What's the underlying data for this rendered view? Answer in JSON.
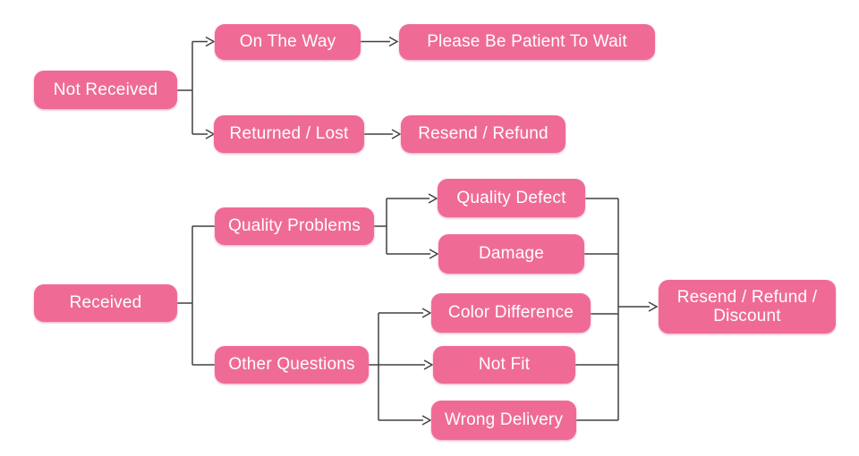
{
  "diagram": {
    "type": "flowchart",
    "background_color": "#ffffff",
    "node_fill_color": "#ef6b96",
    "node_text_color": "#ffffff",
    "connector_color": "#404040",
    "nodes": {
      "not_received": "Not Received",
      "on_the_way": "On The Way",
      "please_wait": "Please Be Patient To Wait",
      "returned_lost": "Returned / Lost",
      "resend_refund": "Resend / Refund",
      "received": "Received",
      "quality_problems": "Quality Problems",
      "other_questions": "Other Questions",
      "quality_defect": "Quality Defect",
      "damage": "Damage",
      "color_difference": "Color Difference",
      "not_fit": "Not Fit",
      "wrong_delivery": "Wrong Delivery",
      "resend_refund_discount": "Resend / Refund / Discount"
    },
    "edges": [
      {
        "from": "Not Received",
        "to": "On The Way",
        "arrow": true
      },
      {
        "from": "Not Received",
        "to": "Returned / Lost",
        "arrow": true
      },
      {
        "from": "On The Way",
        "to": "Please Be Patient To Wait",
        "arrow": true
      },
      {
        "from": "Returned / Lost",
        "to": "Resend / Refund",
        "arrow": true
      },
      {
        "from": "Received",
        "to": "Quality Problems",
        "arrow": false
      },
      {
        "from": "Received",
        "to": "Other Questions",
        "arrow": false
      },
      {
        "from": "Quality Problems",
        "to": "Quality Defect",
        "arrow": true
      },
      {
        "from": "Quality Problems",
        "to": "Damage",
        "arrow": true
      },
      {
        "from": "Other Questions",
        "to": "Color Difference",
        "arrow": true
      },
      {
        "from": "Other Questions",
        "to": "Not Fit",
        "arrow": true
      },
      {
        "from": "Other Questions",
        "to": "Wrong Delivery",
        "arrow": true
      },
      {
        "from": "Quality Defect",
        "to": "Resend / Refund / Discount",
        "arrow": true
      },
      {
        "from": "Damage",
        "to": "Resend / Refund / Discount",
        "arrow": true
      },
      {
        "from": "Color Difference",
        "to": "Resend / Refund / Discount",
        "arrow": true
      },
      {
        "from": "Not Fit",
        "to": "Resend / Refund / Discount",
        "arrow": true
      },
      {
        "from": "Wrong Delivery",
        "to": "Resend / Refund / Discount",
        "arrow": true
      }
    ]
  }
}
